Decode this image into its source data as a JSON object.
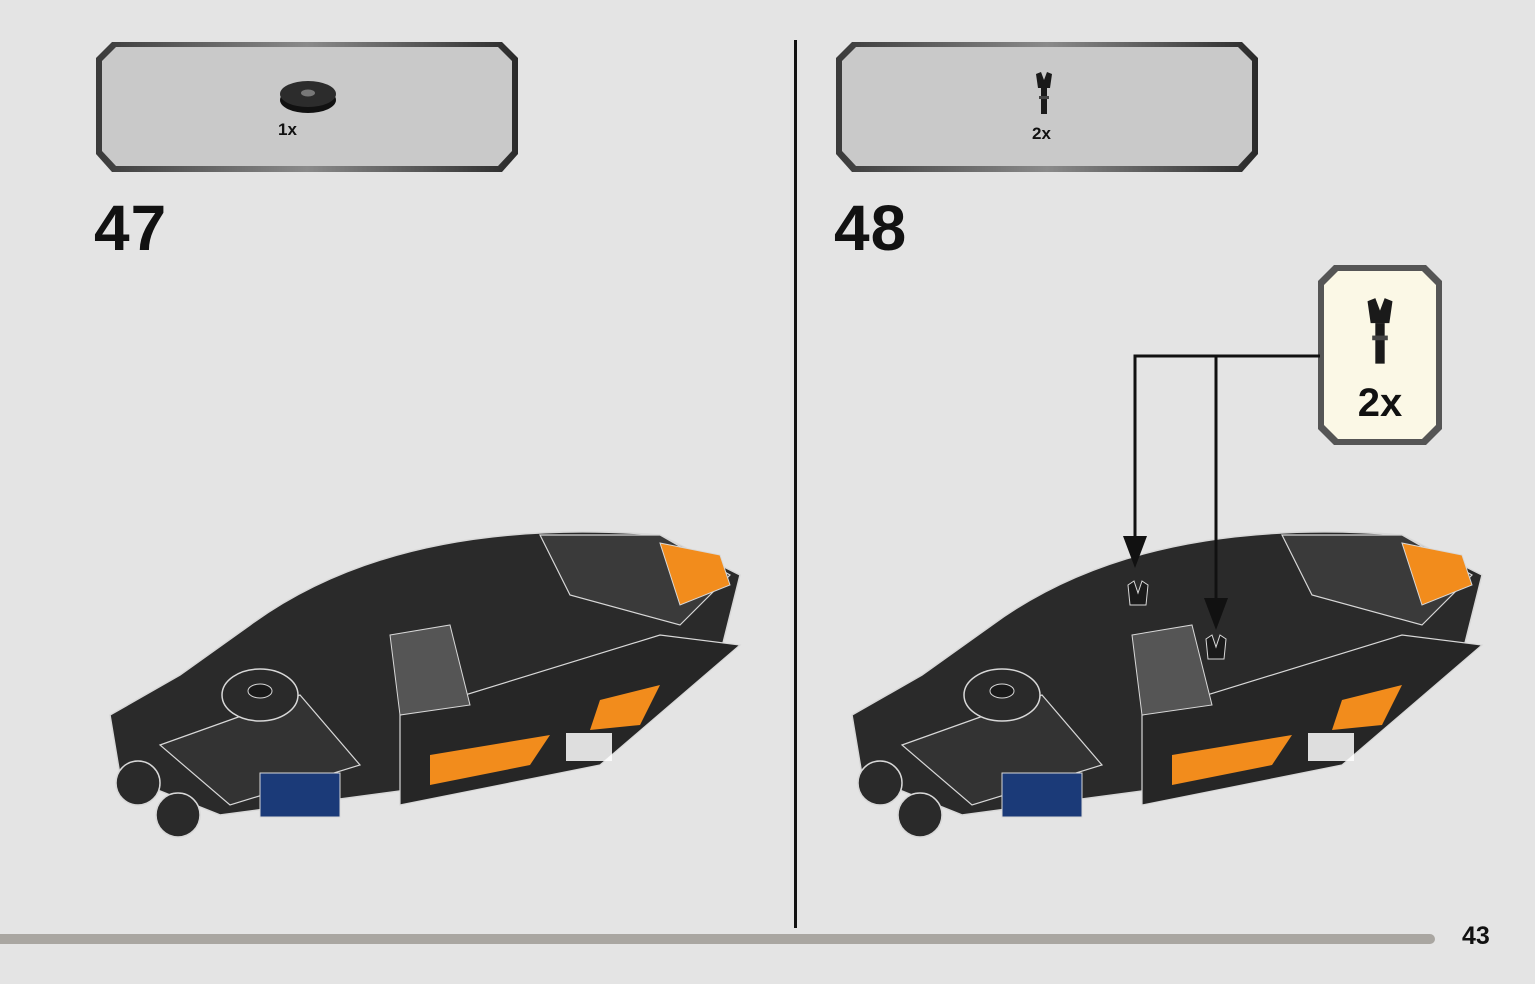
{
  "steps": [
    {
      "number": "47",
      "parts": [
        {
          "name": "round-tile-2x2-hole",
          "quantity": "1x"
        }
      ]
    },
    {
      "number": "48",
      "parts": [
        {
          "name": "lever-small",
          "quantity": "2x"
        }
      ],
      "callout": {
        "quantity": "2x",
        "part": "lever-small"
      }
    }
  ],
  "page_number": "43",
  "colors": {
    "background": "#e4e4e4",
    "parts_box": "#c9c9c9",
    "callout": "#fbf8e6",
    "model_black": "#2a2a2a",
    "model_orange": "#f28c1c"
  }
}
